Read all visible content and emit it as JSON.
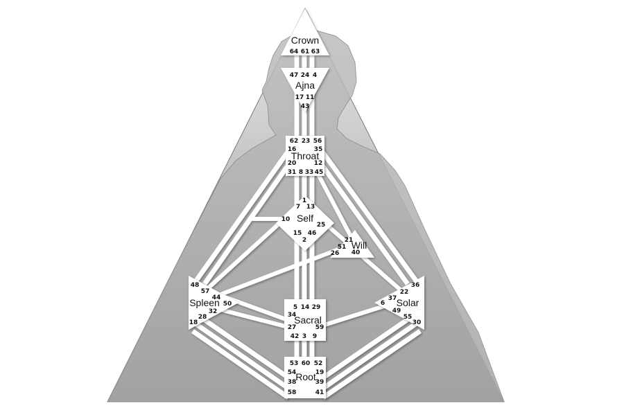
{
  "colors": {
    "background": "#ffffff",
    "triangle_top": "#e2e2e2",
    "triangle_bottom": "#8f8f8f",
    "silhouette": "#c9c9c9",
    "channel": "#ffffff",
    "center_fill": "#ffffff",
    "text": "#111111"
  },
  "centers": [
    {
      "id": "crown",
      "name": "Crown"
    },
    {
      "id": "ajna",
      "name": "Ajna"
    },
    {
      "id": "throat",
      "name": "Throat"
    },
    {
      "id": "self",
      "name": "Self"
    },
    {
      "id": "will",
      "name": "Will"
    },
    {
      "id": "spleen",
      "name": "Spleen"
    },
    {
      "id": "solar",
      "name": "Solar"
    },
    {
      "id": "sacral",
      "name": "Sacral"
    },
    {
      "id": "root",
      "name": "Root"
    }
  ],
  "gates": {
    "crown": [
      "64",
      "61",
      "63"
    ],
    "ajna": [
      "47",
      "24",
      "4",
      "17",
      "11",
      "43"
    ],
    "throat": [
      "62",
      "23",
      "56",
      "16",
      "35",
      "20",
      "12",
      "31",
      "8",
      "33",
      "45"
    ],
    "self": [
      "1",
      "7",
      "13",
      "10",
      "25",
      "15",
      "46",
      "2"
    ],
    "will": [
      "21",
      "51",
      "26",
      "40"
    ],
    "spleen": [
      "48",
      "57",
      "44",
      "50",
      "32",
      "28",
      "18"
    ],
    "solar": [
      "36",
      "22",
      "37",
      "6",
      "49",
      "55",
      "30"
    ],
    "sacral": [
      "5",
      "14",
      "29",
      "34",
      "27",
      "59",
      "42",
      "3",
      "9"
    ],
    "root": [
      "53",
      "60",
      "52",
      "54",
      "19",
      "38",
      "39",
      "58",
      "41"
    ]
  }
}
